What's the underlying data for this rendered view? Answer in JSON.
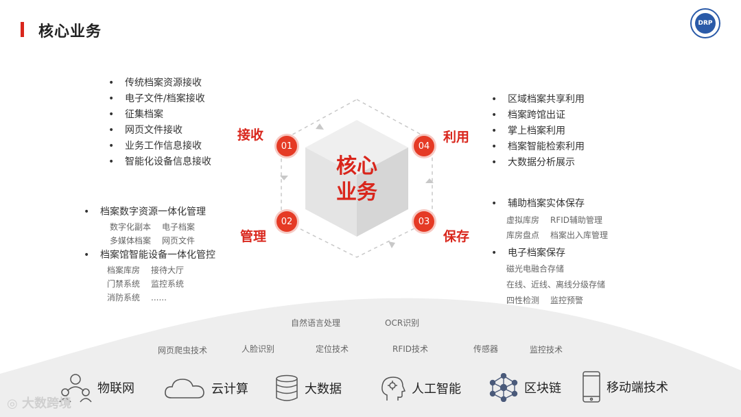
{
  "header": {
    "title": "核心业务",
    "logo_text": "DRP"
  },
  "center": {
    "line1": "核心",
    "line2": "业务"
  },
  "stages": [
    {
      "num": "01",
      "label": "接收"
    },
    {
      "num": "02",
      "label": "管理"
    },
    {
      "num": "03",
      "label": "保存"
    },
    {
      "num": "04",
      "label": "利用"
    }
  ],
  "receive_items": [
    "传统档案资源接收",
    "电子文件/档案接收",
    "征集档案",
    "网页文件接收",
    "业务工作信息接收",
    "智能化设备信息接收"
  ],
  "manage": {
    "group1": {
      "title": "档案数字资源一体化管理",
      "rows": [
        [
          "数字化副本",
          "电子档案"
        ],
        [
          "多媒体档案",
          "网页文件"
        ]
      ]
    },
    "group2": {
      "title": "档案馆智能设备一体化管控",
      "rows": [
        [
          "档案库房",
          "接待大厅"
        ],
        [
          "门禁系统",
          "监控系统"
        ],
        [
          "消防系统",
          "......"
        ]
      ]
    }
  },
  "use_items": [
    "区域档案共享利用",
    "档案跨馆出证",
    "掌上档案利用",
    "档案智能检索利用",
    "大数据分析展示"
  ],
  "preserve": {
    "group1": {
      "title": "辅助档案实体保存",
      "rows": [
        [
          "虚拟库房",
          "RFID辅助管理"
        ],
        [
          "库房盘点",
          "档案出入库管理"
        ]
      ]
    },
    "group2": {
      "title": "电子档案保存",
      "rows": [
        [
          "磁光电融合存储"
        ],
        [
          "在线、近线、离线分级存储"
        ],
        [
          "四性检测",
          "监控预警"
        ]
      ]
    }
  },
  "tech_row1": [
    "自然语言处理",
    "OCR识别"
  ],
  "tech_row2": [
    "网页爬虫技术",
    "人脸识别",
    "定位技术",
    "RFID技术",
    "传感器",
    "监控技术"
  ],
  "bottom": [
    {
      "label": "物联网",
      "icon": "people-network-icon"
    },
    {
      "label": "云计算",
      "icon": "cloud-icon"
    },
    {
      "label": "大数据",
      "icon": "database-icon"
    },
    {
      "label": "人工智能",
      "icon": "ai-head-icon"
    },
    {
      "label": "区块链",
      "icon": "blockchain-icon"
    },
    {
      "label": "移动端技术",
      "icon": "mobile-phone-icon"
    }
  ],
  "watermark": "大数跨境",
  "colors": {
    "accent": "#d9261c",
    "circle": "#e53a25"
  }
}
